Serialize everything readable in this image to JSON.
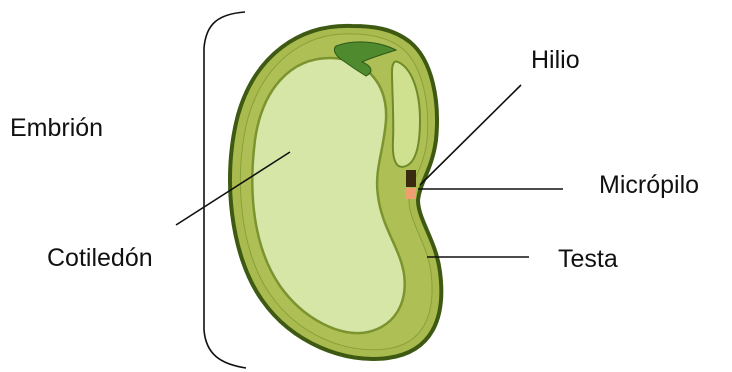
{
  "labels": {
    "embrion": "Embrión",
    "cotiledon": "Cotiledón",
    "hilio": "Hilio",
    "micropilo": "Micrópilo",
    "testa": "Testa"
  },
  "colors": {
    "testa_outline": "#3e5a12",
    "testa_fill": "#a9bb4f",
    "cotyledon_fill": "#d6e6a6",
    "cotyledon_outline": "#7b9430",
    "radicle_fill": "#cfe08f",
    "plumule_fill": "#4f8a2e",
    "hilum": "#3a2a10",
    "micropyle": "#f0a070",
    "line": "#111111"
  }
}
